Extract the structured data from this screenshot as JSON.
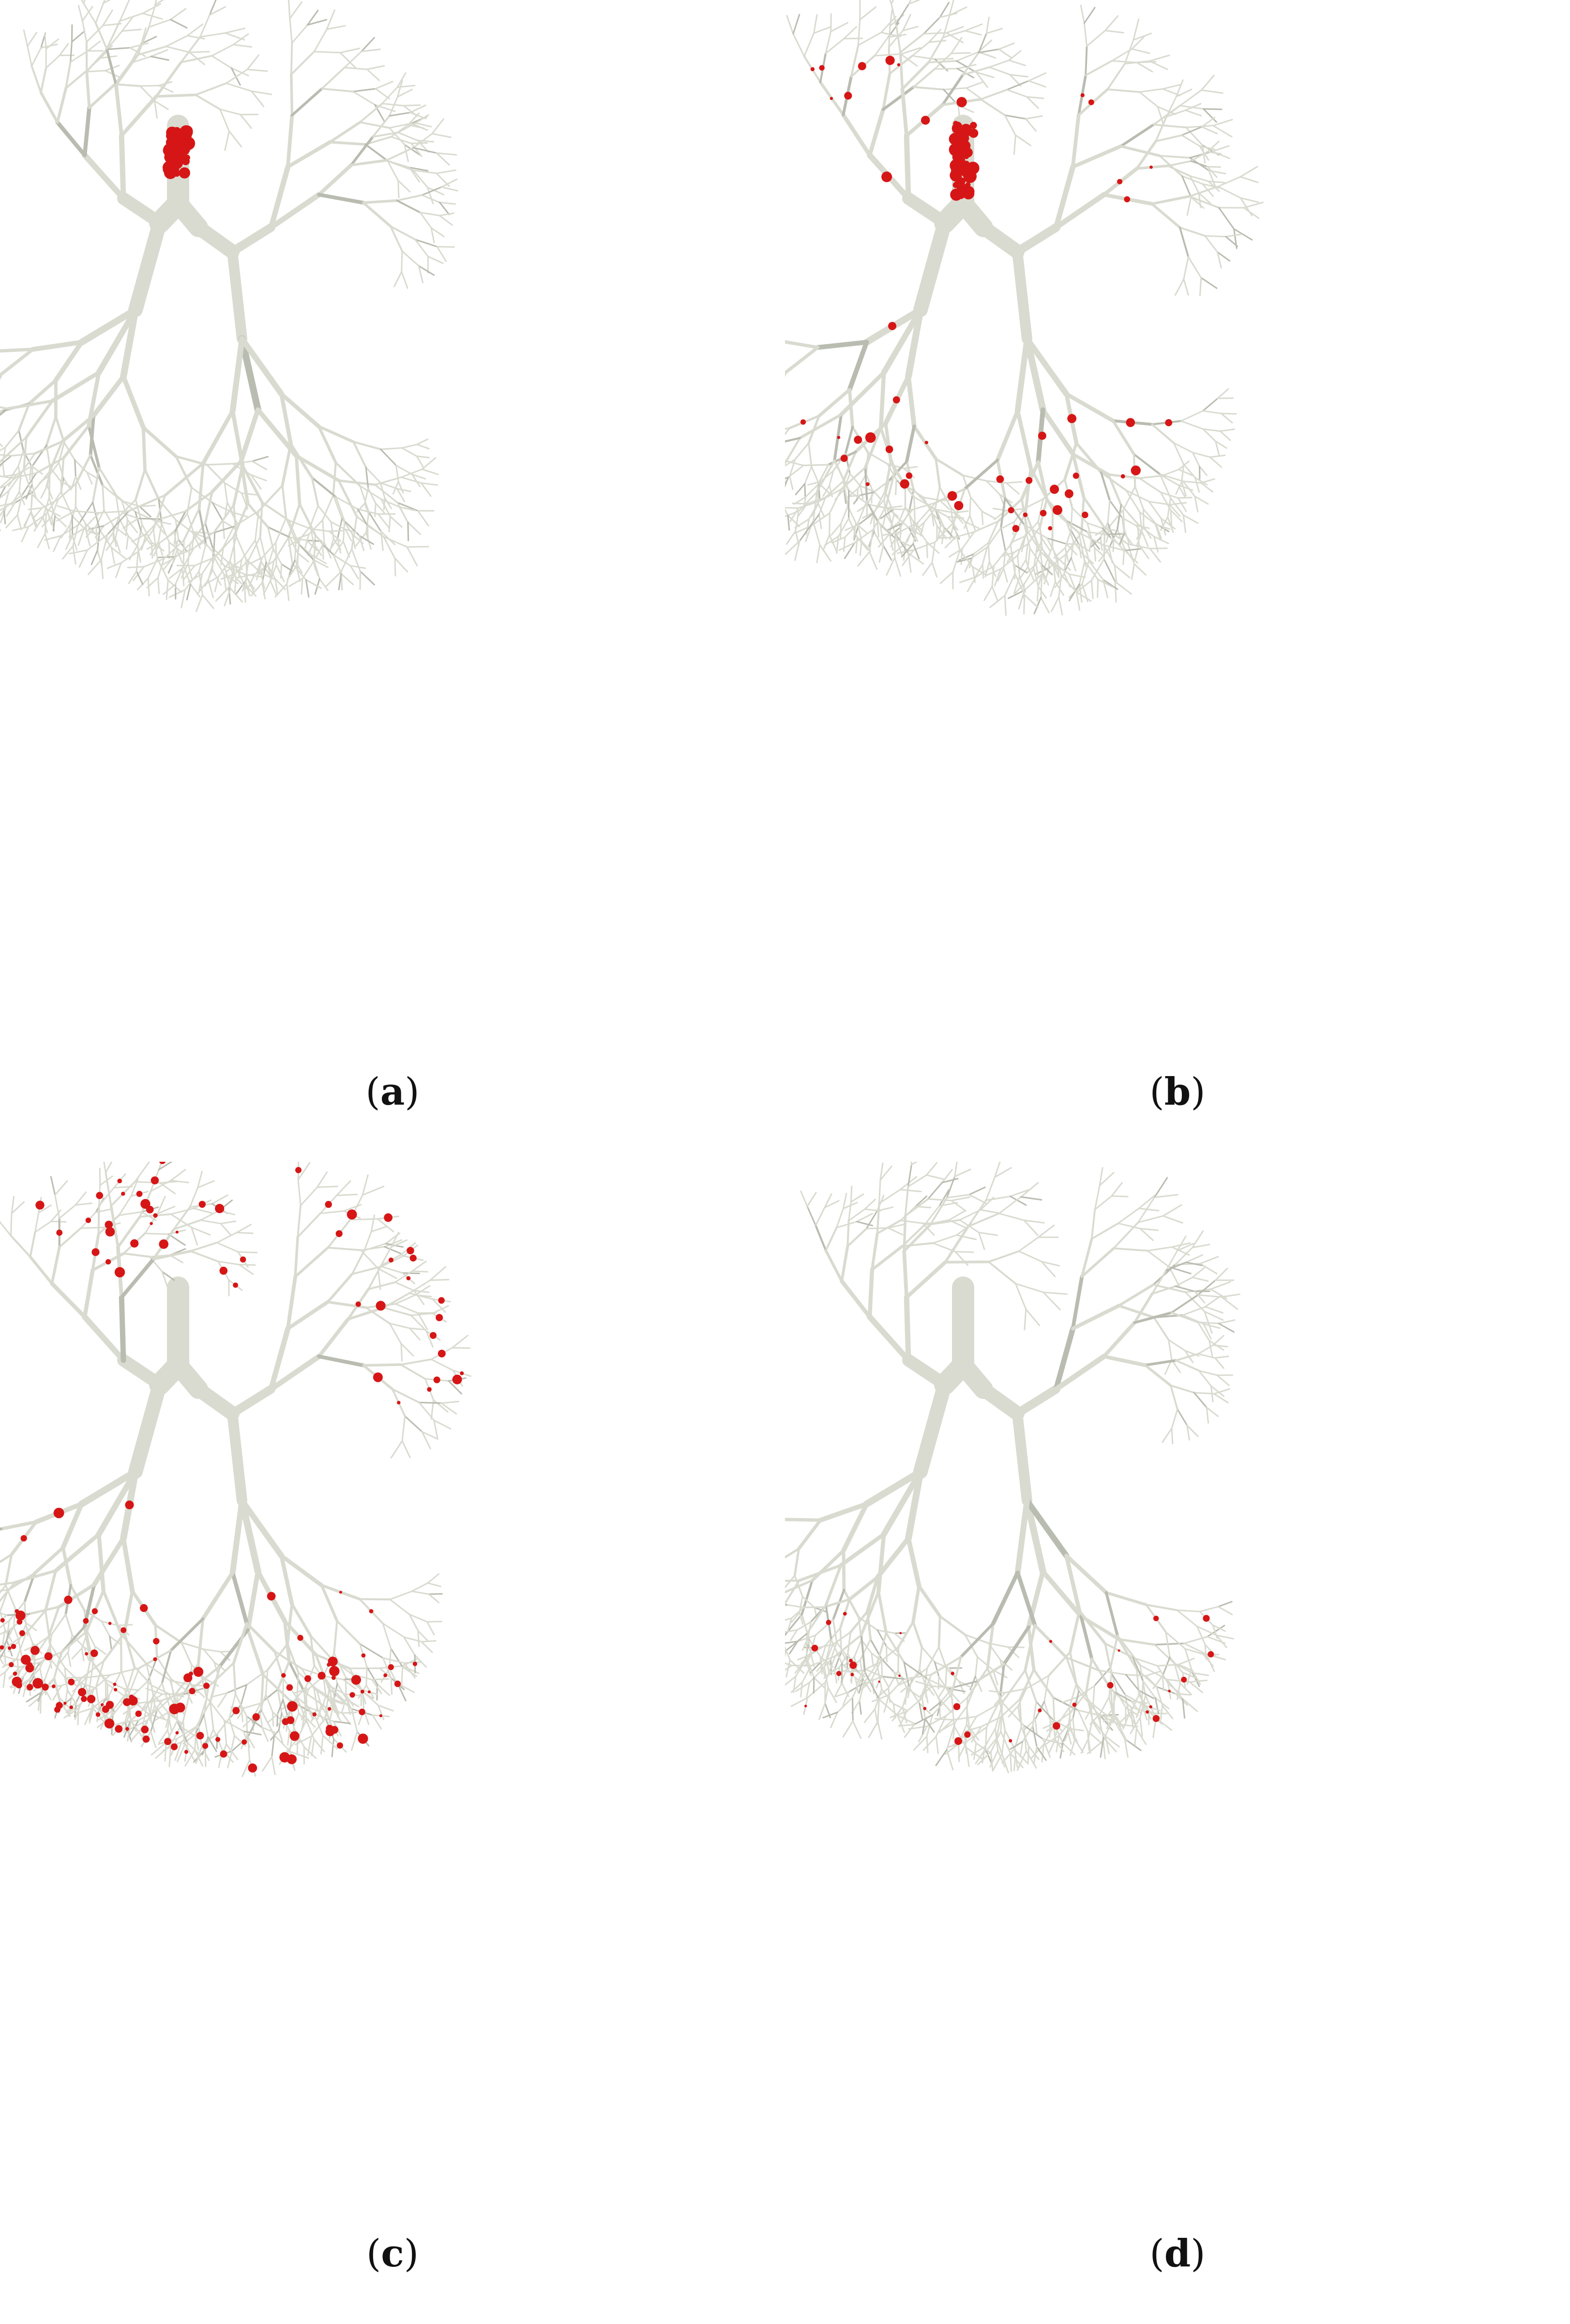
{
  "panels": [
    {
      "key": "a",
      "open": "(",
      "letter": "a",
      "close": ")"
    },
    {
      "key": "b",
      "open": "(",
      "letter": "b",
      "close": ")"
    },
    {
      "key": "c",
      "open": "(",
      "letter": "c",
      "close": ")"
    },
    {
      "key": "d",
      "open": "(",
      "letter": "d",
      "close": ")"
    }
  ],
  "colors": {
    "airway": "#d9dbd0",
    "airway_shade": "#b9bcb0",
    "particle": "#d61616",
    "background": "#ffffff"
  }
}
